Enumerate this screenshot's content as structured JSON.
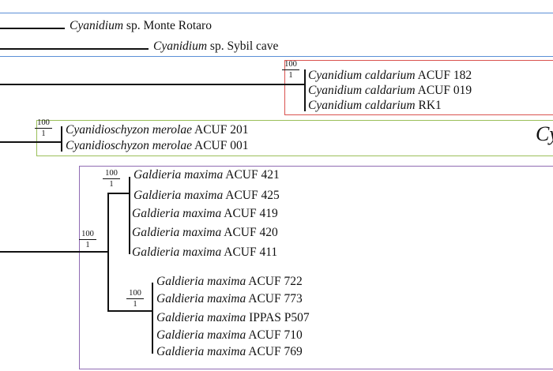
{
  "taxa": {
    "monte_rotaro": {
      "genus": "Cyanidium",
      "rest": " sp. Monte Rotaro"
    },
    "sybil_cave": {
      "genus": "Cyanidium",
      "rest": " sp. Sybil cave"
    },
    "calda_182": {
      "genus": "Cyanidium caldarium",
      "rest": " ACUF 182"
    },
    "calda_019": {
      "genus": "Cyanidium caldarium",
      "rest": " ACUF 019"
    },
    "calda_rk1": {
      "genus": "Cyanidium caldarium",
      "rest": " RK1"
    },
    "merolae_201": {
      "genus": "Cyanidioschyzon merolae",
      "rest": " ACUF 201"
    },
    "merolae_001": {
      "genus": "Cyanidioschyzon merolae",
      "rest": " ACUF 001"
    },
    "gm_421": {
      "genus": "Galdieria maxima",
      "rest": " ACUF 421"
    },
    "gm_425": {
      "genus": "Galdieria maxima",
      "rest": " ACUF 425"
    },
    "gm_419": {
      "genus": "Galdieria maxima",
      "rest": " ACUF 419"
    },
    "gm_420": {
      "genus": "Galdieria maxima",
      "rest": " ACUF 420"
    },
    "gm_411": {
      "genus": "Galdieria maxima",
      "rest": " ACUF 411"
    },
    "gm_722": {
      "genus": "Galdieria maxima",
      "rest": " ACUF 722"
    },
    "gm_773": {
      "genus": "Galdieria maxima",
      "rest": " ACUF 773"
    },
    "gm_p507": {
      "genus": "Galdieria maxima",
      "rest": " IPPAS P507"
    },
    "gm_710": {
      "genus": "Galdieria maxima",
      "rest": " ACUF 710"
    },
    "gm_769": {
      "genus": "Galdieria maxima",
      "rest": " ACUF 769"
    }
  },
  "support": {
    "caldarium": {
      "top": "100",
      "bottom": "1"
    },
    "merolae": {
      "top": "100",
      "bottom": "1"
    },
    "maxima_a": {
      "top": "100",
      "bottom": "1"
    },
    "maxima_b": {
      "top": "100",
      "bottom": "1"
    },
    "maxima_all": {
      "top": "100",
      "bottom": "1"
    }
  },
  "clade_tag": "Cy",
  "colors": {
    "cyanidium_box": "#5b8fd6",
    "caldarium_box": "#d9534f",
    "merolae_box": "#9bbf5a",
    "galdieria_box": "#8f6bb3",
    "branch": "#111111"
  }
}
